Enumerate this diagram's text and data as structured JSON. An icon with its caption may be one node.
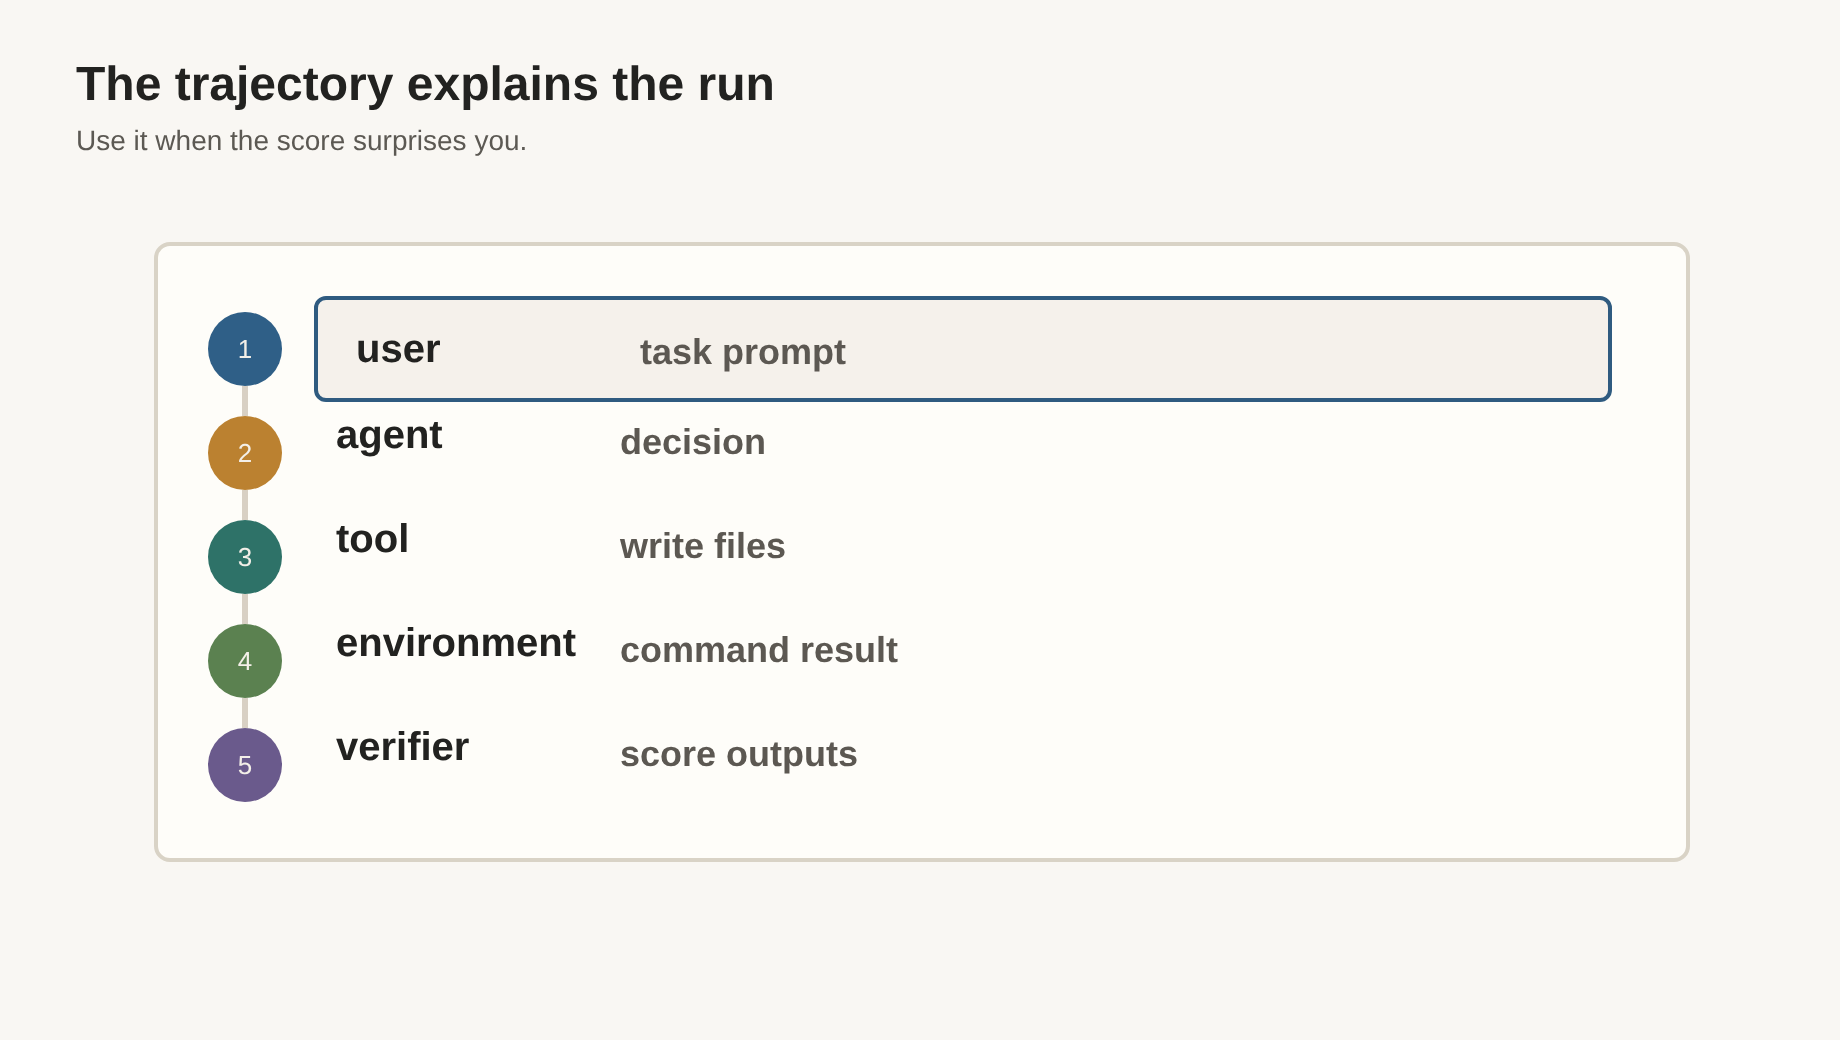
{
  "diagram": {
    "title": "The trajectory explains the run",
    "nodes": [
      {
        "text": [
          "1"
        ]
      },
      {
        "text": [
          "user",
          "task prompt"
        ]
      },
      {
        "text": [
          "2"
        ]
      },
      {
        "text": [
          "3"
        ]
      },
      {
        "text": [
          "4"
        ]
      },
      {
        "text": [
          "5"
        ]
      }
    ],
    "edges": [
      {
        "from": 0,
        "to": 2,
        "arrow": "none"
      },
      {
        "from": 2,
        "to": 3,
        "arrow": "none"
      },
      {
        "from": 3,
        "to": 4,
        "arrow": "none"
      },
      {
        "from": 4,
        "to": 5,
        "arrow": "none"
      }
    ],
    "labels": [
      "Use it when the score surprises you.",
      "agent",
      "decision",
      "tool",
      "write files",
      "environment",
      "command result",
      "verifier",
      "score outputs"
    ]
  }
}
